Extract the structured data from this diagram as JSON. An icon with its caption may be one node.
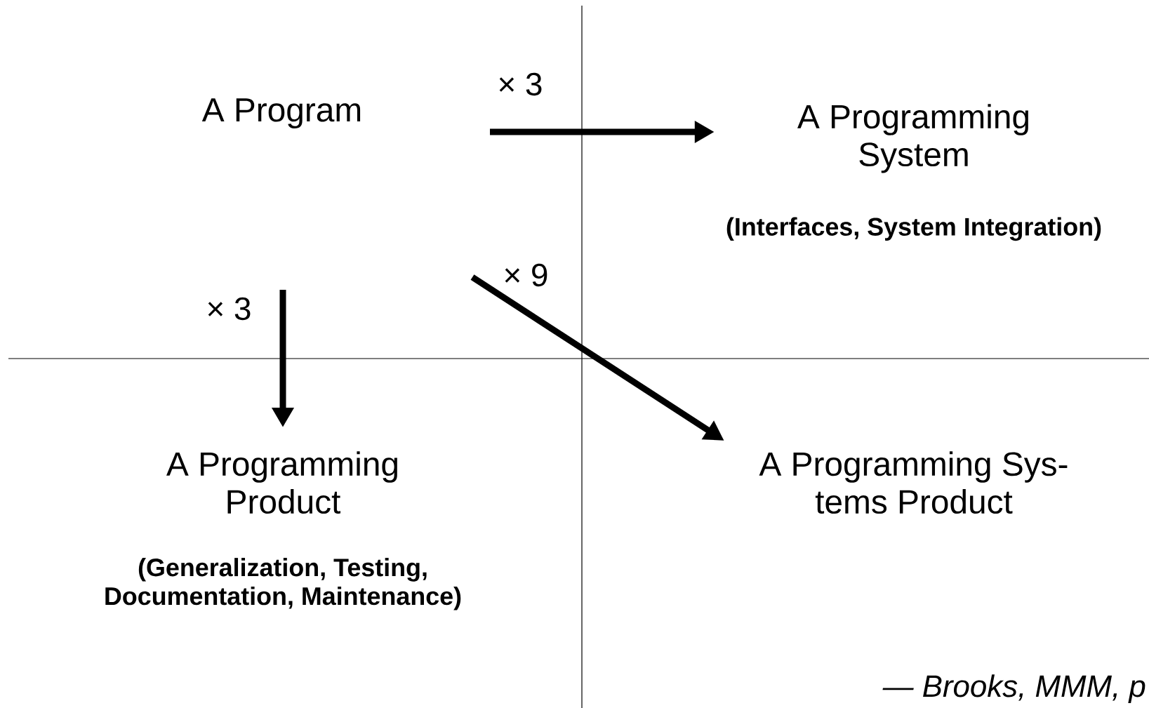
{
  "diagram": {
    "nodes": [
      {
        "text": [
          "A Program"
        ]
      },
      {
        "text": [
          "A Programming System",
          "(Interfaces, System Integration)"
        ]
      },
      {
        "text": [
          "A Programming Product",
          "(Generalization, Testing, Documentation, Maintenance)"
        ]
      },
      {
        "text": [
          "A Programming Sys- tems Product"
        ]
      }
    ],
    "edges": [
      {
        "from": null,
        "to": 1,
        "arrow": "to",
        "label": "× 3"
      },
      {
        "from": null,
        "to": 2,
        "arrow": "to",
        "label": "× 3"
      },
      {
        "from": null,
        "to": 3,
        "arrow": "to",
        "label": "× 9"
      }
    ],
    "labels": [
      "— Brooks, MMM, p"
    ]
  }
}
